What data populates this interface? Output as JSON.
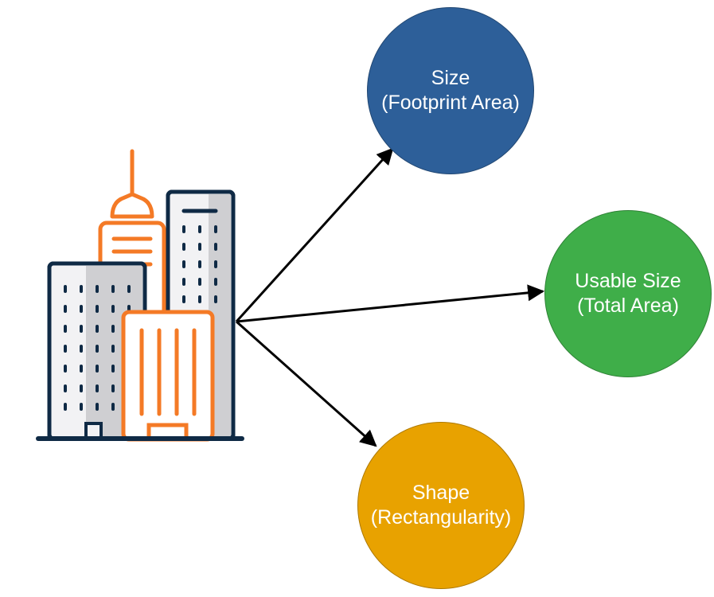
{
  "colors": {
    "building_outline": "#0f2a45",
    "building_fill": "#f2f2f4",
    "building_shade": "#cfcfd2",
    "building_accent": "#f47a26",
    "arrow": "#000000"
  },
  "icon": {
    "name": "city-buildings-icon"
  },
  "nodes": [
    {
      "id": "size",
      "line1": "Size",
      "line2": "(Footprint Area)",
      "color": "#2d5f99"
    },
    {
      "id": "usable",
      "line1": "Usable Size",
      "line2": "(Total Area)",
      "color": "#3fae49"
    },
    {
      "id": "shape",
      "line1": "Shape",
      "line2": "(Rectangularity)",
      "color": "#e8a200"
    }
  ]
}
